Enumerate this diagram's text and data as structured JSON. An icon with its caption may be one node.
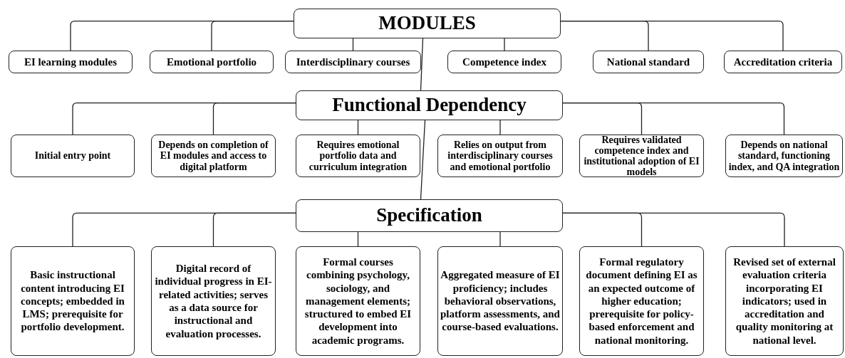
{
  "diagram": {
    "nodes": [
      {
        "text": [
          "MODULES"
        ]
      },
      {
        "text": [
          "EI learning modules"
        ]
      },
      {
        "text": [
          "Emotional portfolio"
        ]
      },
      {
        "text": [
          "Interdisciplinary courses"
        ]
      },
      {
        "text": [
          "Competence index"
        ]
      },
      {
        "text": [
          "National standard"
        ]
      },
      {
        "text": [
          "Accreditation criteria"
        ]
      },
      {
        "text": [
          "Functional Dependency"
        ]
      },
      {
        "text": [
          "Initial entry point"
        ]
      },
      {
        "text": [
          "Depends on completion of EI modules and access to digital platform"
        ]
      },
      {
        "text": [
          "Requires emotional portfolio data and curriculum integration"
        ]
      },
      {
        "text": [
          "Relies on output from interdisciplinary courses and emotional portfolio"
        ]
      },
      {
        "text": [
          "Requires validated competence index and institutional adoption of EI models"
        ]
      },
      {
        "text": [
          "Depends on national standard, functioning index, and QA integration"
        ]
      },
      {
        "text": [
          "Specification"
        ]
      },
      {
        "text": [
          "Basic instructional content introducing EI concepts; embedded in LMS; prerequisite for portfolio development."
        ]
      },
      {
        "text": [
          "Digital record of individual progress in EI-related activities; serves as a data source for instructional and evaluation processes."
        ]
      },
      {
        "text": [
          "Formal courses combining psychology, sociology, and management elements; structured to embed EI development into academic programs."
        ]
      },
      {
        "text": [
          "Aggregated measure of EI proficiency; includes behavioral observations, platform assessments, and course-based evaluations."
        ]
      },
      {
        "text": [
          "Formal regulatory document defining EI as an expected outcome of higher education; prerequisite for policy-based enforcement and national monitoring."
        ]
      },
      {
        "text": [
          "Revised set of external evaluation criteria incorporating EI indicators; used in accreditation and quality monitoring at national level."
        ]
      }
    ],
    "edges": [
      {
        "from": 0,
        "to": 1,
        "arrow": "none"
      },
      {
        "from": 0,
        "to": 2,
        "arrow": "none"
      },
      {
        "from": 0,
        "to": 3,
        "arrow": "none"
      },
      {
        "from": 0,
        "to": 4,
        "arrow": "none"
      },
      {
        "from": 0,
        "to": 5,
        "arrow": "none"
      },
      {
        "from": 0,
        "to": 6,
        "arrow": "none"
      },
      {
        "from": 0,
        "to": 7,
        "arrow": "none"
      },
      {
        "from": 7,
        "to": 8,
        "arrow": "none"
      },
      {
        "from": 7,
        "to": 9,
        "arrow": "none"
      },
      {
        "from": 7,
        "to": 10,
        "arrow": "none"
      },
      {
        "from": 7,
        "to": 11,
        "arrow": "none"
      },
      {
        "from": 7,
        "to": 12,
        "arrow": "none"
      },
      {
        "from": 7,
        "to": 13,
        "arrow": "none"
      },
      {
        "from": 7,
        "to": 14,
        "arrow": "none"
      },
      {
        "from": 14,
        "to": 15,
        "arrow": "none"
      },
      {
        "from": 14,
        "to": 16,
        "arrow": "none"
      },
      {
        "from": 14,
        "to": 17,
        "arrow": "none"
      },
      {
        "from": 14,
        "to": 18,
        "arrow": "none"
      },
      {
        "from": 14,
        "to": 19,
        "arrow": "none"
      },
      {
        "from": 14,
        "to": 20,
        "arrow": "none"
      }
    ]
  }
}
